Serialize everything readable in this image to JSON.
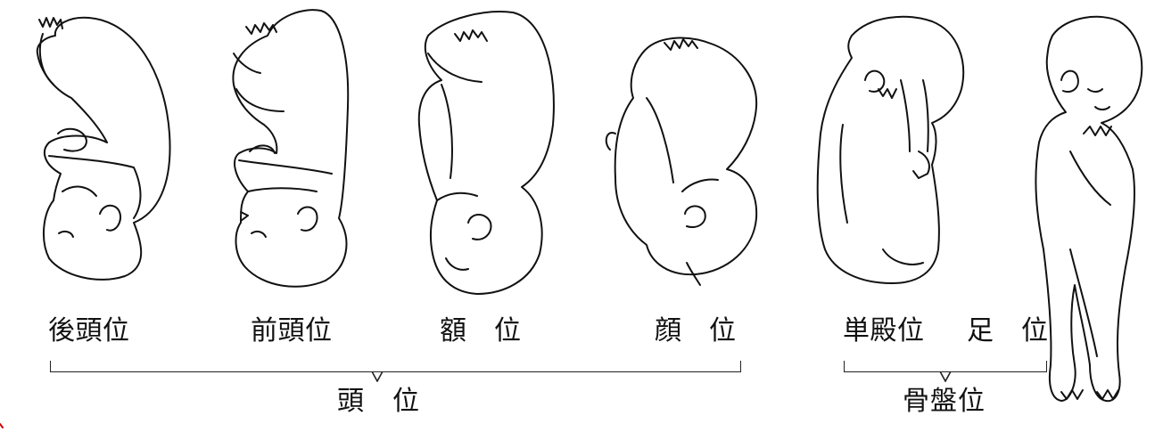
{
  "positions": [
    {
      "id": "occiput",
      "label": "後頭位"
    },
    {
      "id": "sinciput",
      "label": "前頭位"
    },
    {
      "id": "brow",
      "label": "額　位"
    },
    {
      "id": "face",
      "label": "顔　位"
    },
    {
      "id": "frank-breech",
      "label": "単殿位"
    },
    {
      "id": "footling",
      "label": "足　位"
    }
  ],
  "groups": [
    {
      "id": "cephalic",
      "label": "頭　位"
    },
    {
      "id": "breech",
      "label": "骨盤位"
    }
  ],
  "colors": {
    "line": "#111111",
    "background": "#ffffff"
  }
}
